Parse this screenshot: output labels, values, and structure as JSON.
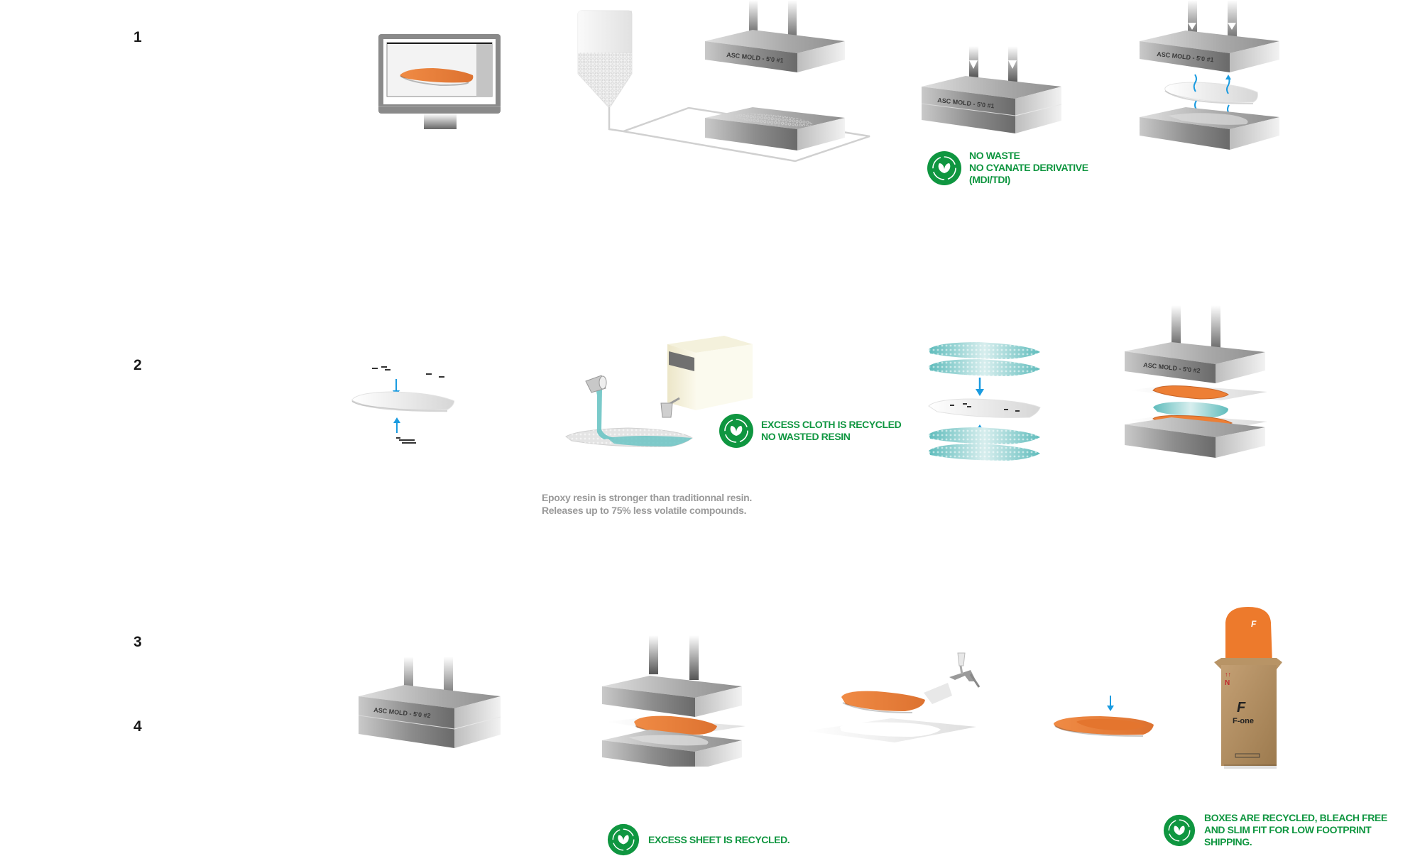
{
  "title": "Board manufacturing process",
  "steps": [
    {
      "number": "1",
      "label": "1"
    },
    {
      "number": "2",
      "label": "2"
    },
    {
      "number": "3",
      "label": "3"
    },
    {
      "number": "4",
      "label": "4"
    }
  ],
  "molds": {
    "mold1_label": "ASC MOLD - 5'0 #1",
    "mold2_label": "ASC MOLD - 5'0 #2"
  },
  "badges": {
    "no_waste": {
      "lines": [
        "NO WASTE",
        "NO CYANATE DERIVATIVE",
        "(MDI/TDI)"
      ],
      "icon": "recycle-leaf-icon"
    },
    "excess_cloth": {
      "lines": [
        "EXCESS CLOTH IS RECYCLED",
        "NO WASTED RESIN"
      ],
      "icon": "recycle-leaf-icon"
    },
    "excess_sheet": {
      "lines": [
        "EXCESS SHEET IS RECYCLED."
      ],
      "icon": "recycle-leaf-icon"
    },
    "boxes": {
      "lines": [
        "BOXES ARE RECYCLED, BLEACH FREE",
        "AND SLIM FIT FOR LOW FOOTPRINT SHIPPING."
      ],
      "icon": "recycle-leaf-icon"
    }
  },
  "notes": {
    "epoxy": [
      "Epoxy resin is stronger than traditionnal resin.",
      "Releases up to 75% less volatile compounds."
    ]
  },
  "box": {
    "brand": "F-one",
    "orientation_mark": "N"
  },
  "colors": {
    "accent_green": "#0f9640",
    "board_orange": "#ed7f35",
    "arrow_blue": "#1a9be0",
    "cloth_teal": "#6cc4c4",
    "cardboard": "#b38c5c"
  }
}
